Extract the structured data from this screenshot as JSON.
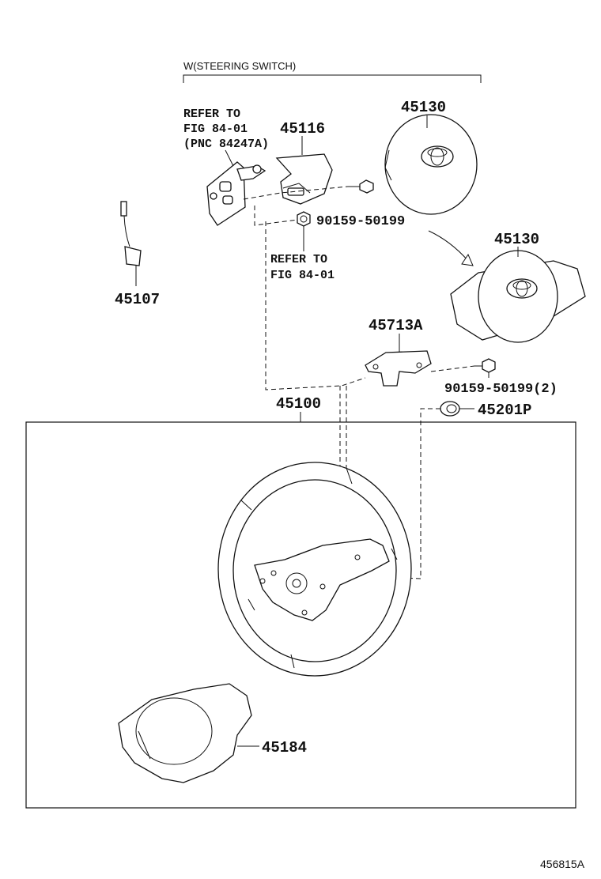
{
  "diagram": {
    "variant_label": "W(STEERING SWITCH)",
    "figure_id": "456815A",
    "refer_notes": [
      {
        "line1": "REFER TO",
        "line2": "FIG 84-01",
        "line3": "(PNC 84247A)"
      },
      {
        "line1": "REFER TO",
        "line2": "FIG 84-01"
      }
    ],
    "part_labels": [
      "45116",
      "45130",
      "90159-50199",
      "45107",
      "45130",
      "45713A",
      "90159-50199(2)",
      "45100",
      "45201P",
      "45184"
    ]
  }
}
